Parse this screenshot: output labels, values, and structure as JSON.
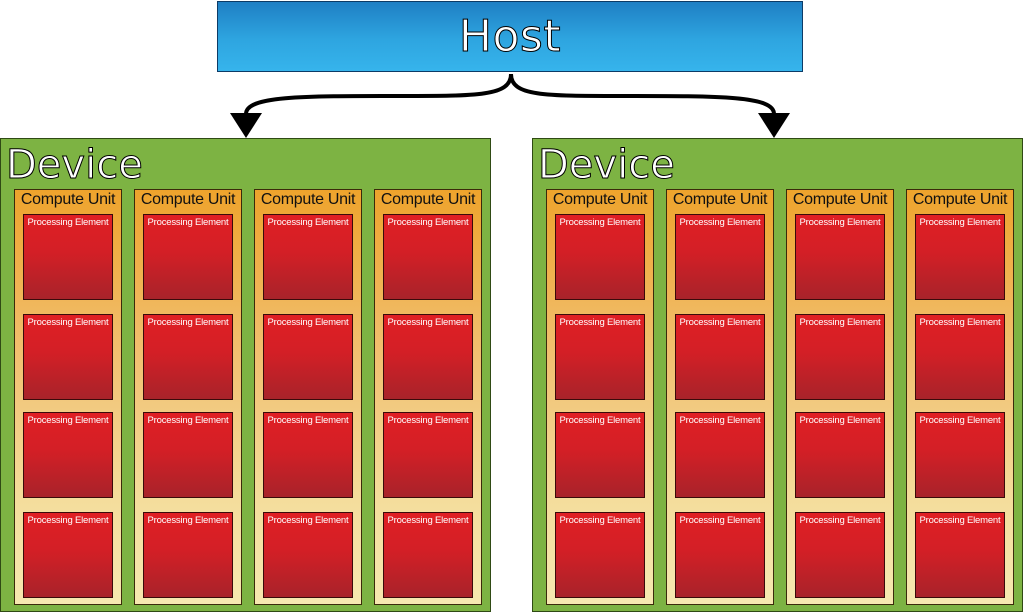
{
  "host": {
    "label": "Host"
  },
  "devices": [
    {
      "label": "Device",
      "compute_units": [
        {
          "label": "Compute Unit",
          "processing_elements": [
            "Processing Element",
            "Processing Element",
            "Processing Element",
            "Processing Element"
          ]
        },
        {
          "label": "Compute Unit",
          "processing_elements": [
            "Processing Element",
            "Processing Element",
            "Processing Element",
            "Processing Element"
          ]
        },
        {
          "label": "Compute Unit",
          "processing_elements": [
            "Processing Element",
            "Processing Element",
            "Processing Element",
            "Processing Element"
          ]
        },
        {
          "label": "Compute Unit",
          "processing_elements": [
            "Processing Element",
            "Processing Element",
            "Processing Element",
            "Processing Element"
          ]
        }
      ]
    },
    {
      "label": "Device",
      "compute_units": [
        {
          "label": "Compute Unit",
          "processing_elements": [
            "Processing Element",
            "Processing Element",
            "Processing Element",
            "Processing Element"
          ]
        },
        {
          "label": "Compute Unit",
          "processing_elements": [
            "Processing Element",
            "Processing Element",
            "Processing Element",
            "Processing Element"
          ]
        },
        {
          "label": "Compute Unit",
          "processing_elements": [
            "Processing Element",
            "Processing Element",
            "Processing Element",
            "Processing Element"
          ]
        },
        {
          "label": "Compute Unit",
          "processing_elements": [
            "Processing Element",
            "Processing Element",
            "Processing Element",
            "Processing Element"
          ]
        }
      ]
    }
  ],
  "colors": {
    "host_fill": "#2ea5e0",
    "device_fill": "#7db343",
    "compute_unit_fill": "#eea32c",
    "processing_element_fill": "#d31f26",
    "connector": "#000000"
  }
}
